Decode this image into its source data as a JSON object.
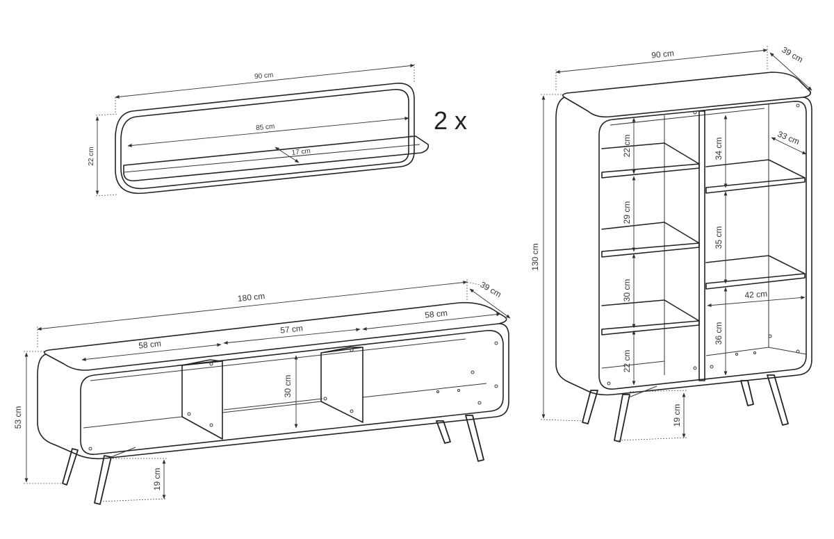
{
  "wall_shelf": {
    "width_label": "90 cm",
    "inner_width_label": "85 cm",
    "depth_label": "17 cm",
    "height_label": "22 cm",
    "quantity_label": "2 x"
  },
  "tv_unit": {
    "width_label": "180 cm",
    "depth_label": "39 cm",
    "height_label": "53 cm",
    "leg_height_label": "19 cm",
    "compartment_left_label": "58 cm",
    "compartment_middle_label": "57 cm",
    "compartment_right_label": "58 cm",
    "inner_height_label": "30 cm"
  },
  "cabinet": {
    "width_label": "90 cm",
    "depth_label": "39 cm",
    "height_label": "130 cm",
    "inner_depth_label": "33 cm",
    "inner_width_label": "42 cm",
    "leg_height_label": "19 cm",
    "left_shelf_1_label": "22 cm",
    "left_shelf_2_label": "29 cm",
    "left_shelf_3_label": "30 cm",
    "left_shelf_4_label": "22 cm",
    "right_shelf_1_label": "34 cm",
    "right_shelf_2_label": "35 cm",
    "right_shelf_3_label": "36 cm"
  }
}
